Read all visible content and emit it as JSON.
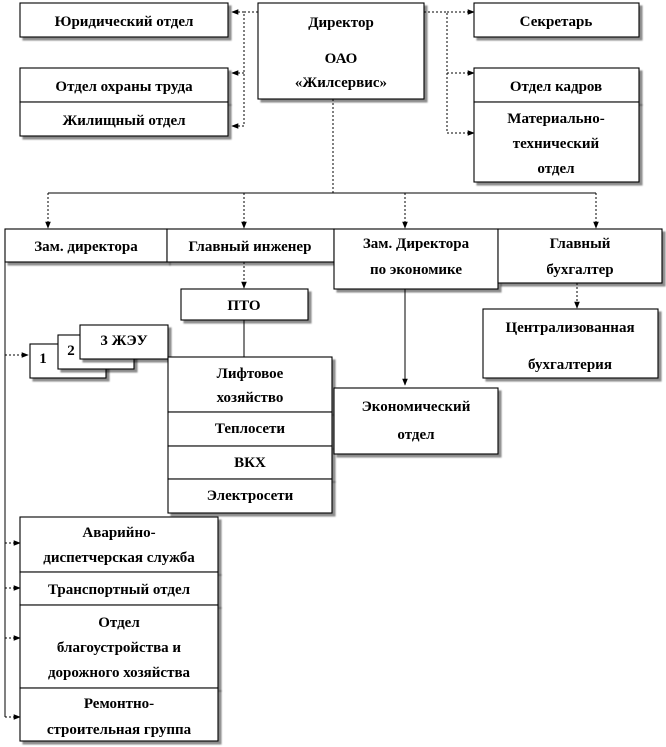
{
  "director": {
    "line1": "Директор",
    "line2": "ОАО",
    "line3": "«Жилсервис»"
  },
  "legal": "Юридический отдел",
  "labor_safety": "Отдел охраны труда",
  "housing": "Жилищный отдел",
  "secretary": "Секретарь",
  "hr": "Отдел кадров",
  "material": {
    "line1": "Материально-",
    "line2": "технический",
    "line3": "отдел"
  },
  "deputy": "Зам. директора",
  "chief_engineer": "Главный инженер",
  "deputy_econ": {
    "line1": "Зам. Директора",
    "line2": "по экономике"
  },
  "chief_accountant": {
    "line1": "Главный",
    "line2": "бухгалтер"
  },
  "pto": "ПТО",
  "central_accounting": {
    "line1": "Централизованная",
    "line2": "бухгалтерия"
  },
  "zheu": {
    "n1": "1",
    "n2": "2",
    "n3": "3 ЖЭУ"
  },
  "lift": {
    "line1": "Лифтовое",
    "line2": "хозяйство"
  },
  "heat": "Теплосети",
  "vkh": "ВКХ",
  "electric": "Электросети",
  "economic": {
    "line1": "Экономический",
    "line2": "отдел"
  },
  "emergency": {
    "line1": "Аварийно-",
    "line2": "диспетчерская служба"
  },
  "transport": "Транспортный отдел",
  "improvement": {
    "line1": "Отдел",
    "line2": "благоустройства и",
    "line3": "дорожного хозяйства"
  },
  "repair": {
    "line1": "Ремонтно-",
    "line2": "строительная группа"
  }
}
